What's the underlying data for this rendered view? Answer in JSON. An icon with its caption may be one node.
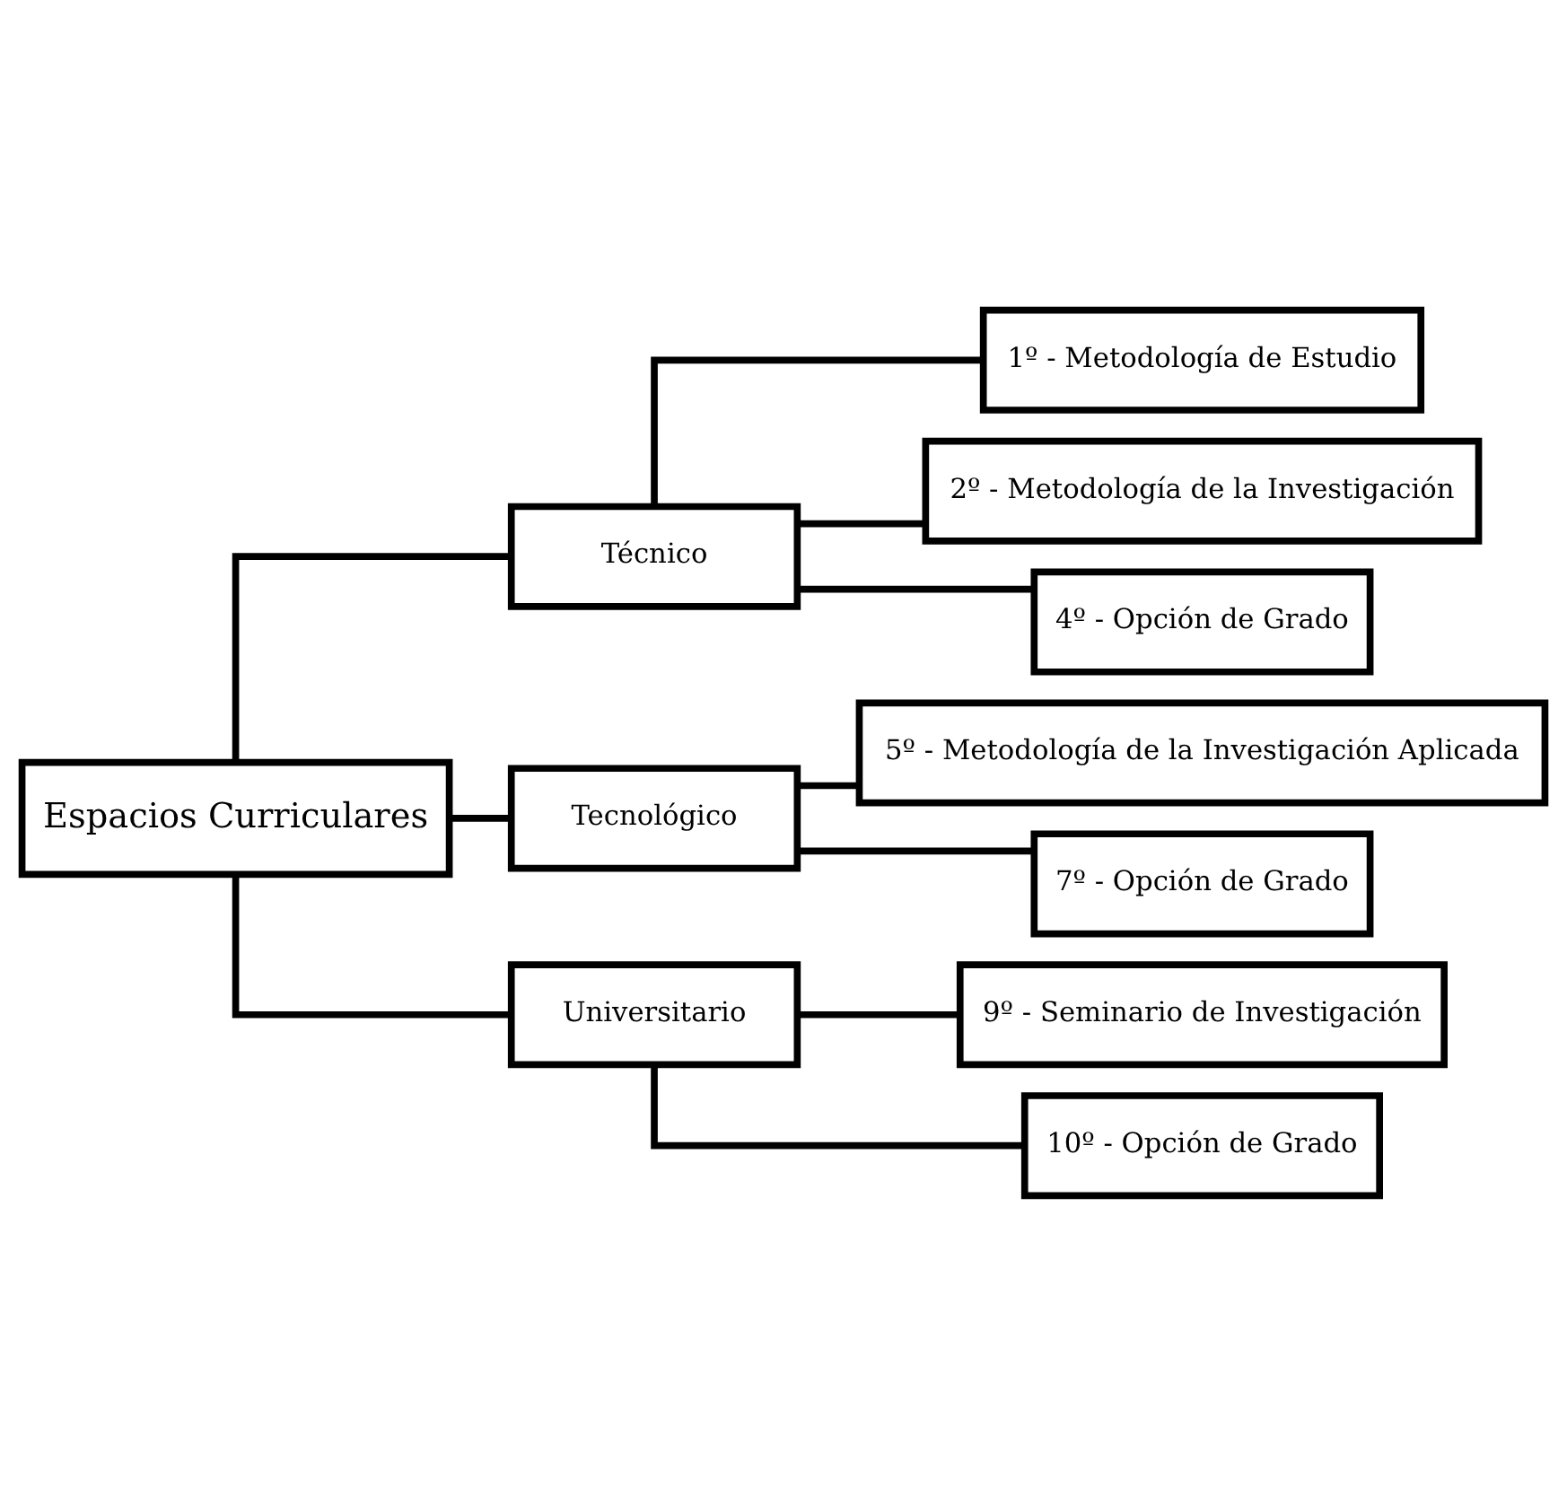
{
  "diagram": {
    "nodes": [
      {
        "text": [
          "Espacios Curriculares"
        ]
      },
      {
        "text": [
          "Técnico"
        ]
      },
      {
        "text": [
          "Tecnológico"
        ]
      },
      {
        "text": [
          "Universitario"
        ]
      },
      {
        "text": [
          "1º - Metodología de Estudio"
        ]
      },
      {
        "text": [
          "2º - Metodología de la Investigación"
        ]
      },
      {
        "text": [
          "4º - Opción de Grado"
        ]
      },
      {
        "text": [
          "5º - Metodología de la Investigación Aplicada"
        ]
      },
      {
        "text": [
          "7º - Opción de Grado"
        ]
      },
      {
        "text": [
          "9º - Seminario de Investigación"
        ]
      },
      {
        "text": [
          "10º - Opción de Grado"
        ]
      }
    ],
    "edges": [
      {
        "from": 0,
        "to": 1,
        "arrow": "none"
      },
      {
        "from": 0,
        "to": 2,
        "arrow": "none"
      },
      {
        "from": 0,
        "to": 3,
        "arrow": "none"
      },
      {
        "from": 1,
        "to": 4,
        "arrow": "none"
      },
      {
        "from": 1,
        "to": 5,
        "arrow": "none"
      },
      {
        "from": 1,
        "to": 6,
        "arrow": "none"
      },
      {
        "from": 2,
        "to": 7,
        "arrow": "none"
      },
      {
        "from": 2,
        "to": 8,
        "arrow": "none"
      },
      {
        "from": 3,
        "to": 9,
        "arrow": "none"
      },
      {
        "from": 3,
        "to": 10,
        "arrow": "none"
      }
    ]
  }
}
